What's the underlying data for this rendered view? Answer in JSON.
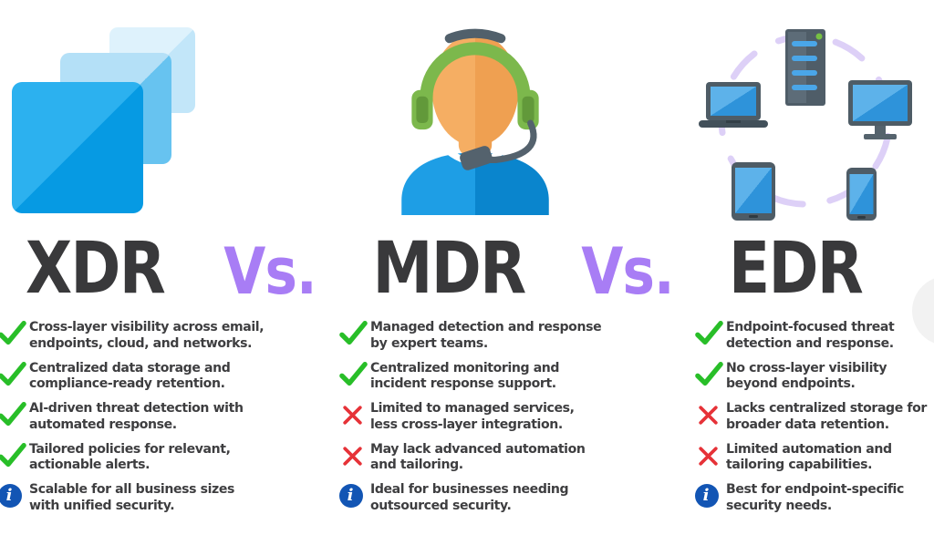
{
  "header": {
    "items": [
      {
        "label": "XDR",
        "kind": "term"
      },
      {
        "label": "Vs.",
        "kind": "vs"
      },
      {
        "label": "MDR",
        "kind": "term"
      },
      {
        "label": "Vs.",
        "kind": "vs"
      },
      {
        "label": "EDR",
        "kind": "term"
      }
    ]
  },
  "icons": {
    "xdr_hero": "layered-squares-icon",
    "mdr_hero": "support-agent-headset-icon",
    "edr_hero": "device-network-circle-icon",
    "info_glyph": "i"
  },
  "columns": [
    {
      "name": "XDR",
      "items": [
        {
          "type": "check",
          "lines": [
            "Cross-layer visibility across email,",
            "endpoints, cloud, and networks."
          ]
        },
        {
          "type": "check",
          "lines": [
            "Centralized data storage and",
            "compliance-ready retention."
          ]
        },
        {
          "type": "check",
          "lines": [
            "AI-driven threat detection with",
            "automated response."
          ]
        },
        {
          "type": "check",
          "lines": [
            "Tailored policies for relevant,",
            "actionable alerts."
          ]
        },
        {
          "type": "info",
          "lines": [
            "Scalable for all business sizes",
            "with unified security."
          ]
        }
      ]
    },
    {
      "name": "MDR",
      "items": [
        {
          "type": "check",
          "lines": [
            "Managed detection and response",
            "by expert teams."
          ]
        },
        {
          "type": "check",
          "lines": [
            "Centralized monitoring and",
            "incident response support."
          ]
        },
        {
          "type": "cross",
          "lines": [
            "Limited to managed services,",
            "less cross-layer integration."
          ]
        },
        {
          "type": "cross",
          "lines": [
            "May lack advanced automation",
            "and tailoring."
          ]
        },
        {
          "type": "info",
          "lines": [
            "Ideal for businesses needing",
            "outsourced security."
          ]
        }
      ]
    },
    {
      "name": "EDR",
      "items": [
        {
          "type": "check",
          "lines": [
            "Endpoint-focused threat",
            "detection and response."
          ]
        },
        {
          "type": "check",
          "lines": [
            "No cross-layer visibility",
            "beyond endpoints."
          ]
        },
        {
          "type": "cross",
          "lines": [
            "Lacks centralized storage for",
            "broader data retention."
          ]
        },
        {
          "type": "cross",
          "lines": [
            "Limited automation and",
            "tailoring capabilities."
          ]
        },
        {
          "type": "info",
          "lines": [
            "Best for endpoint-specific",
            "security needs."
          ]
        }
      ]
    }
  ],
  "colors": {
    "background": "#ffffff",
    "term_text": "#39393b",
    "vs_text": "#a87df5",
    "body_text": "#3e3e40",
    "check_green": "#28be28",
    "cross_red": "#e63238",
    "info_blue": "#1255b4",
    "square_blue_front": "#069ae3",
    "square_blue_mid": "#67c3f0",
    "square_blue_back": "#c2e6f9",
    "headset_green": "#7cb84c",
    "skin_tone": "#f5ae63",
    "shirt_blue": "#1e9ee5",
    "device_frame": "#4e5c66",
    "device_screen": "#2e93da",
    "dashed_ring_purple": "#ddd0f7"
  }
}
